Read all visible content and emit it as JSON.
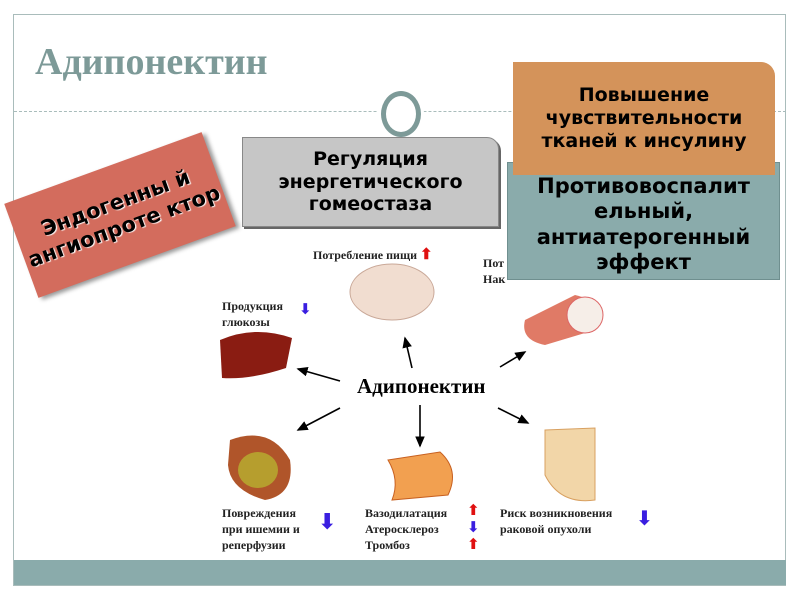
{
  "slide": {
    "title": "Адипонектин"
  },
  "boxes": {
    "regulation": "Регуляция энергетического гомеостаза",
    "sensitivity": "Повышение чувствительности тканей к инсулину",
    "antiinflammatory": "Противовоспалит ельный, антиатерогенный эффект",
    "angioprotector": "Эндогенны й ангиопроте ктор"
  },
  "diagram": {
    "center": "Адипонектин",
    "food": "Потребление пищи",
    "glucose_1": "Продукция",
    "glucose_2": "глюкозы",
    "lipids_1": "Пот",
    "lipids_2": "Нак",
    "heart_1": "Повреждения",
    "heart_2": "при ишемии и",
    "heart_3": "реперфузии",
    "vessel_1": "Вазодилатация",
    "vessel_2": "Атеросклероз",
    "vessel_3": "Тромбоз",
    "cancer_1": "Риск возникновения",
    "cancer_2": "раковой опухоли",
    "up": "⬆",
    "down": "⬇"
  },
  "colors": {
    "accent": "#7d9a98",
    "gray_box": "#c6c6c6",
    "teal_box": "#8aabab",
    "orange_box": "#d4935a",
    "red_box": "#d36c5d"
  }
}
